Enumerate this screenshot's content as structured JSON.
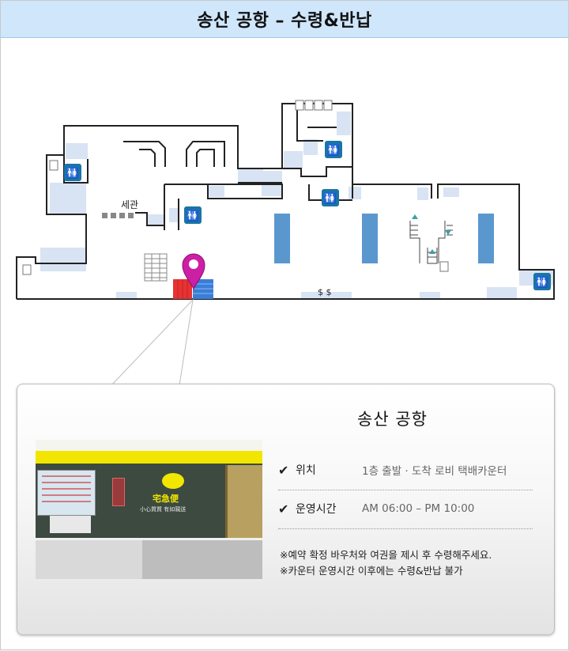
{
  "header": {
    "title": "송산 공항 – 수령&반납"
  },
  "map": {
    "customs_label": "세관",
    "currency_label": "$  $",
    "marker_icon": "map-pin-icon",
    "colors": {
      "pin": "#cc1fa6",
      "counter_red": "#e53333",
      "counter_blue": "#3a7ed8",
      "pillar": "#5b97cf",
      "shade": "#d8e3f3",
      "restroom": "#1a74a8"
    }
  },
  "card": {
    "airport_name": "송산 공항",
    "rows": [
      {
        "check": "✔",
        "label": "위치",
        "value": "1층 출발 · 도착 로비 택배카운터"
      },
      {
        "check": "✔",
        "label": "운영시간",
        "value": "AM 06:00 – PM 10:00"
      }
    ],
    "notes": [
      "※예약 확정 바우처와 여권을 제시 후 수령해주세요.",
      "※카운터 운영시간 이후에는 수령&반납 불가"
    ],
    "photo": {
      "brand": "宅急便",
      "slogan": "小心質質   有如親送"
    }
  }
}
